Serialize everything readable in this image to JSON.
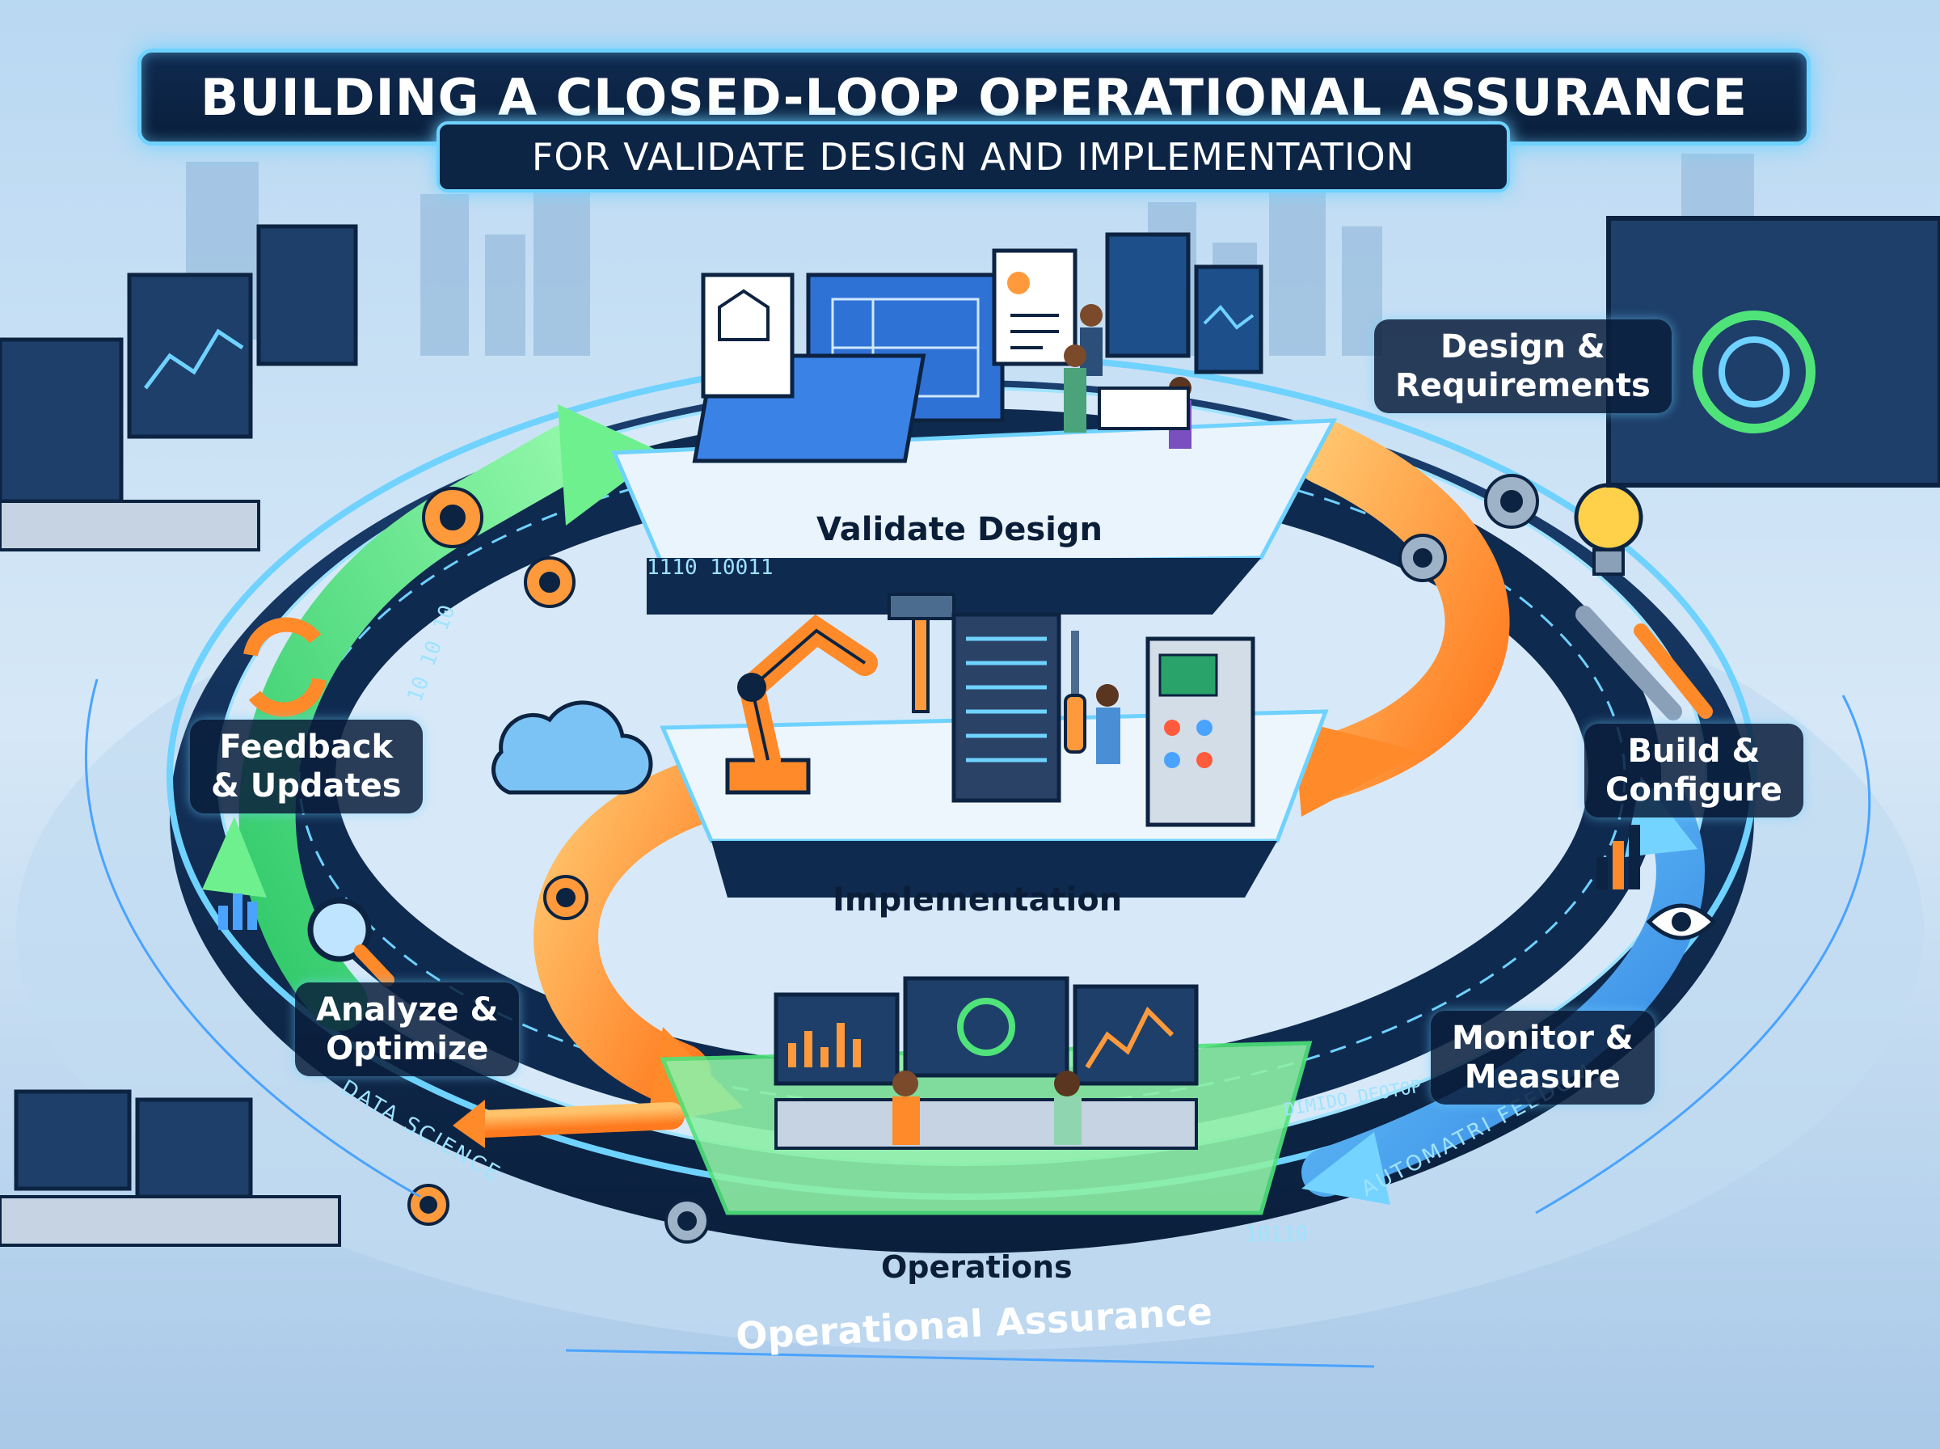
{
  "title": "BUILDING A CLOSED-LOOP OPERATIONAL ASSURANCE",
  "subtitle": "FOR VALIDATE DESIGN AND IMPLEMENTATION",
  "stages": {
    "validate_design": "Validate Design",
    "implementation": "Implementation",
    "operations": "Operations",
    "operational_assurance": "Operational Assurance"
  },
  "steps": {
    "design_requirements": [
      "Design &",
      "Requirements"
    ],
    "build_configure": [
      "Build &",
      "Configure"
    ],
    "monitor_measure": [
      "Monitor &",
      "Measure"
    ],
    "analyze_optimize": [
      "Analyze &",
      "Optimize"
    ],
    "feedback_updates": [
      "Feedback",
      "& Updates"
    ]
  },
  "ring_text": {
    "data_science": "DATA SCIENCE",
    "automated_feedback": "AUTOMATRI FEEDOM",
    "binary_top": "1110 10011",
    "binary_left": "10 10 10",
    "binary_bottom": "10110",
    "binary_right": "DIMIDO DEOTOP"
  },
  "colors": {
    "accent_cyan": "#6fd2ff",
    "navy": "#0c2341",
    "green_arrow": "#4fe37a",
    "orange_arrow": "#ff9a3c",
    "blue_arrow": "#3aa7ff",
    "background": "#cfe3f5"
  },
  "icons": [
    "gear-icon",
    "refresh-icon",
    "magnifier-icon",
    "cloud-icon",
    "lightbulb-icon",
    "wrench-icon",
    "eye-icon",
    "bar-chart-icon",
    "robot-arm-icon",
    "server-rack-icon",
    "hammer-icon",
    "screwdriver-icon",
    "blueprint-icon",
    "monitor-icon"
  ]
}
